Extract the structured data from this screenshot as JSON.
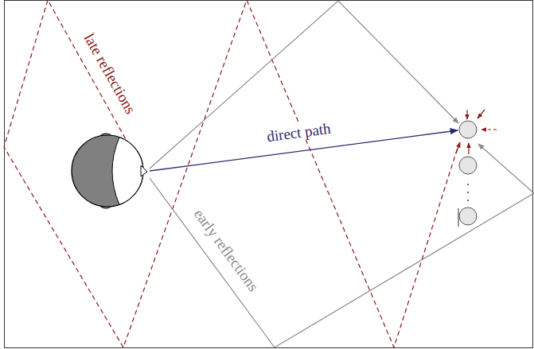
{
  "diagram": {
    "labels": [
      "late reflections",
      "direct path",
      "early reflections"
    ]
  }
}
